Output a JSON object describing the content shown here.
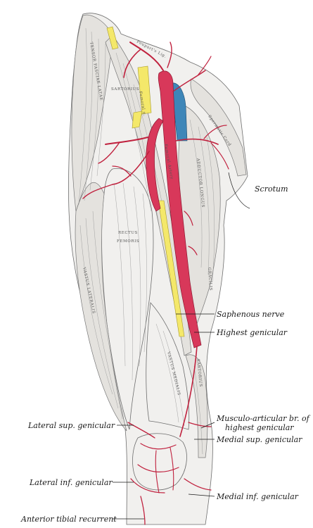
{
  "labels": {
    "scrotum": "Scrotum",
    "saphenous_nerve": "Saphenous nerve",
    "highest_genicular": "Highest genicular",
    "musculo_articular_line1": "Musculo-articular br. of",
    "musculo_articular_line2": "highest genicular",
    "lateral_sup_genicular": "Lateral sup. genicular",
    "medial_sup_genicular": "Medial sup. genicular",
    "lateral_inf_genicular": "Lateral inf. genicular",
    "medial_inf_genicular": "Medial inf. genicular",
    "anterior_tibial_recurrent": "Anterior tibial recurrent"
  },
  "muscle_labels": {
    "tensor_fasciae_latae": "TENSOR FASCIAE LATAE",
    "sartorius": "SARTORIUS",
    "rectus_femoris_1": "RECTUS",
    "rectus_femoris_2": "FEMORIS",
    "vastus_lateralis": "VASTUS LATERALIS",
    "adductor_longus": "ADDUCTOR LONGUS",
    "gracilis": "GRACILIS",
    "vastus_medialis": "VASTUS MEDIALIS",
    "sartorius_lower": "SARTORIUS"
  },
  "structure_labels": {
    "poupart_lig": "Poupart's Lig.",
    "femoral_artery": "Femoral Artery",
    "femoral_nerve": "Femoral n.",
    "spermatic_cord": "Spermatic Cord"
  },
  "colors": {
    "artery": "#d8385a",
    "nerve": "#f4e86a",
    "vein": "#3e86b8"
  }
}
